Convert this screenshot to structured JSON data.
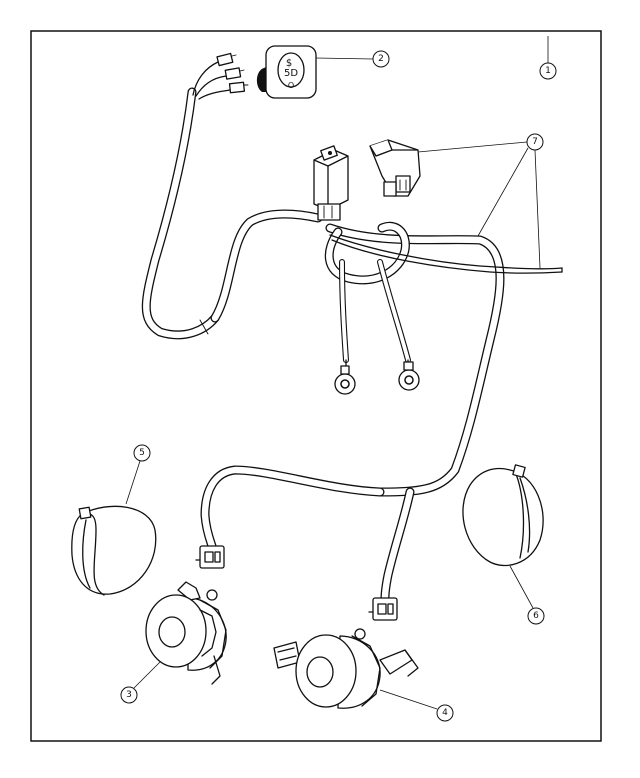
{
  "callouts": [
    {
      "id": "1",
      "label": "1"
    },
    {
      "id": "2",
      "label": "2"
    },
    {
      "id": "3",
      "label": "3"
    },
    {
      "id": "4",
      "label": "4"
    },
    {
      "id": "5",
      "label": "5"
    },
    {
      "id": "6",
      "label": "6"
    },
    {
      "id": "7",
      "label": "7"
    }
  ],
  "switch_face": {
    "line1": "$",
    "line2": "5D",
    "line3": "O"
  }
}
